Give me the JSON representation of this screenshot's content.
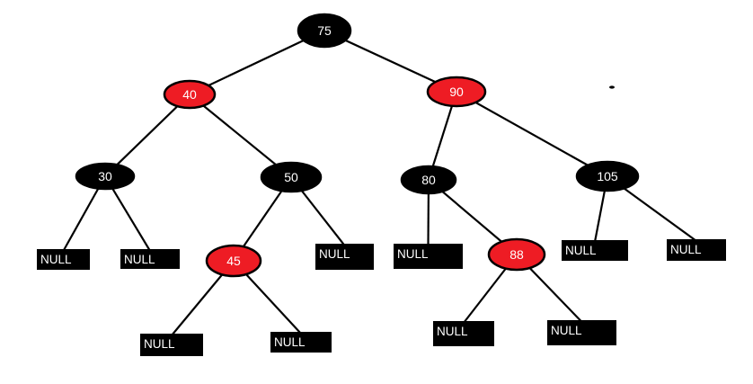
{
  "colors": {
    "black_node": "#000000",
    "red_node": "#ee1c24",
    "edge": "#000000",
    "null_leaf": "#000000",
    "label": "#ffffff",
    "background": "#ffffff"
  },
  "tree": {
    "nodes": {
      "n75": {
        "label": "75",
        "color": "black"
      },
      "n40": {
        "label": "40",
        "color": "red"
      },
      "n90": {
        "label": "90",
        "color": "red"
      },
      "n30": {
        "label": "30",
        "color": "black"
      },
      "n50": {
        "label": "50",
        "color": "black"
      },
      "n80": {
        "label": "80",
        "color": "black"
      },
      "n105": {
        "label": "105",
        "color": "black"
      },
      "n45": {
        "label": "45",
        "color": "red"
      },
      "n88": {
        "label": "88",
        "color": "red"
      }
    },
    "null_leaves": {
      "null30l": {
        "label": "NULL"
      },
      "null30r": {
        "label": "NULL"
      },
      "null45l": {
        "label": "NULL"
      },
      "null45r": {
        "label": "NULL"
      },
      "null50r": {
        "label": "NULL"
      },
      "null80l": {
        "label": "NULL"
      },
      "null88l": {
        "label": "NULL"
      },
      "null88r": {
        "label": "NULL"
      },
      "null105l": {
        "label": "NULL"
      },
      "null105r": {
        "label": "NULL"
      }
    },
    "edges": [
      [
        "n75",
        "n40"
      ],
      [
        "n75",
        "n90"
      ],
      [
        "n40",
        "n30"
      ],
      [
        "n40",
        "n50"
      ],
      [
        "n90",
        "n80"
      ],
      [
        "n90",
        "n105"
      ],
      [
        "n30",
        "null30l"
      ],
      [
        "n30",
        "null30r"
      ],
      [
        "n50",
        "n45"
      ],
      [
        "n50",
        "null50r"
      ],
      [
        "n45",
        "null45l"
      ],
      [
        "n45",
        "null45r"
      ],
      [
        "n80",
        "null80l"
      ],
      [
        "n80",
        "n88"
      ],
      [
        "n88",
        "null88l"
      ],
      [
        "n88",
        "null88r"
      ],
      [
        "n105",
        "null105l"
      ],
      [
        "n105",
        "null105r"
      ]
    ]
  }
}
